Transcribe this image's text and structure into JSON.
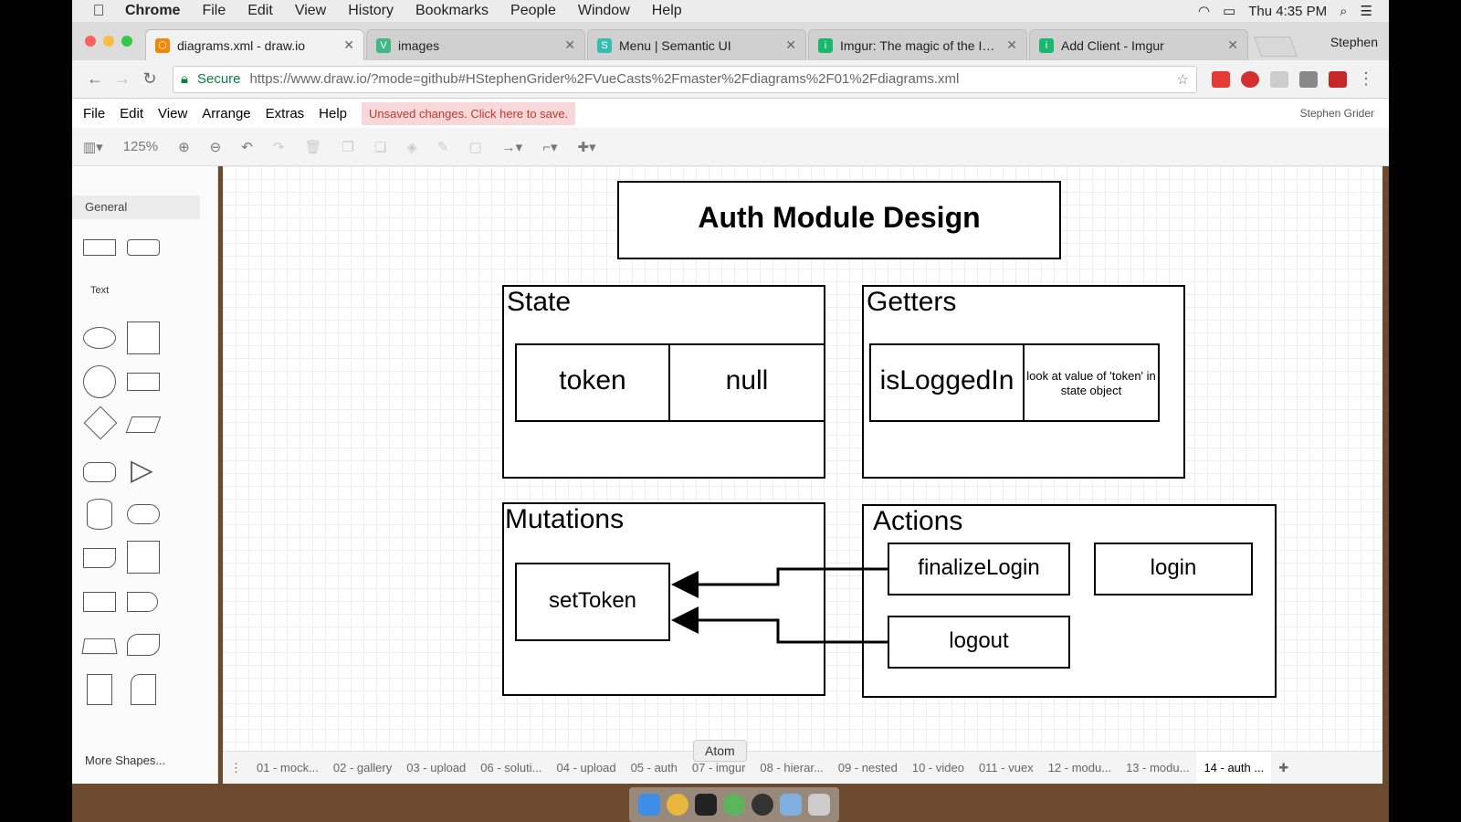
{
  "menubar": {
    "items": [
      "Chrome",
      "File",
      "Edit",
      "View",
      "History",
      "Bookmarks",
      "People",
      "Window",
      "Help"
    ],
    "clock": "Thu 4:35 PM"
  },
  "tabs": [
    {
      "title": "diagrams.xml - draw.io",
      "color": "#f08705",
      "glyph": "⬡"
    },
    {
      "title": "images",
      "color": "#41b883",
      "glyph": "V"
    },
    {
      "title": "Menu | Semantic UI",
      "color": "#35bdb2",
      "glyph": "S"
    },
    {
      "title": "Imgur: The magic of the Inte",
      "color": "#1bb76e",
      "glyph": "i"
    },
    {
      "title": "Add Client - Imgur",
      "color": "#1bb76e",
      "glyph": "i"
    }
  ],
  "profile_name": "Stephen",
  "address": {
    "secure_label": "Secure",
    "url": "https://www.draw.io/?mode=github#HStephenGrider%2FVueCasts%2Fmaster%2Fdiagrams%2F01%2Fdiagrams.xml"
  },
  "app_menu": [
    "File",
    "Edit",
    "View",
    "Arrange",
    "Extras",
    "Help"
  ],
  "unsaved_text": "Unsaved changes. Click here to save.",
  "app_user": "Stephen Grider",
  "toolbar": {
    "zoom": "125%"
  },
  "sidebar": {
    "category": "General",
    "text_shape": "Text",
    "more_shapes": "More Shapes..."
  },
  "diagram": {
    "title": "Auth Module Design",
    "state": {
      "header": "State",
      "key": "token",
      "value": "null"
    },
    "getters": {
      "header": "Getters",
      "name": "isLoggedIn",
      "desc": "look at value of 'token' in state object"
    },
    "mutations": {
      "header": "Mutations",
      "item": "setToken"
    },
    "actions": {
      "header": "Actions",
      "finalize": "finalizeLogin",
      "login": "login",
      "logout": "logout"
    }
  },
  "page_tabs": [
    "01 - mock...",
    "02 - gallery",
    "03 - upload",
    "06 - soluti...",
    "04 - upload",
    "05 - auth",
    "07 - imgur",
    "08 - hierar...",
    "09 - nested",
    "10 - video",
    "011 - vuex",
    "12 - modu...",
    "13 - modu...",
    "14 - auth ..."
  ],
  "tooltip": "Atom"
}
